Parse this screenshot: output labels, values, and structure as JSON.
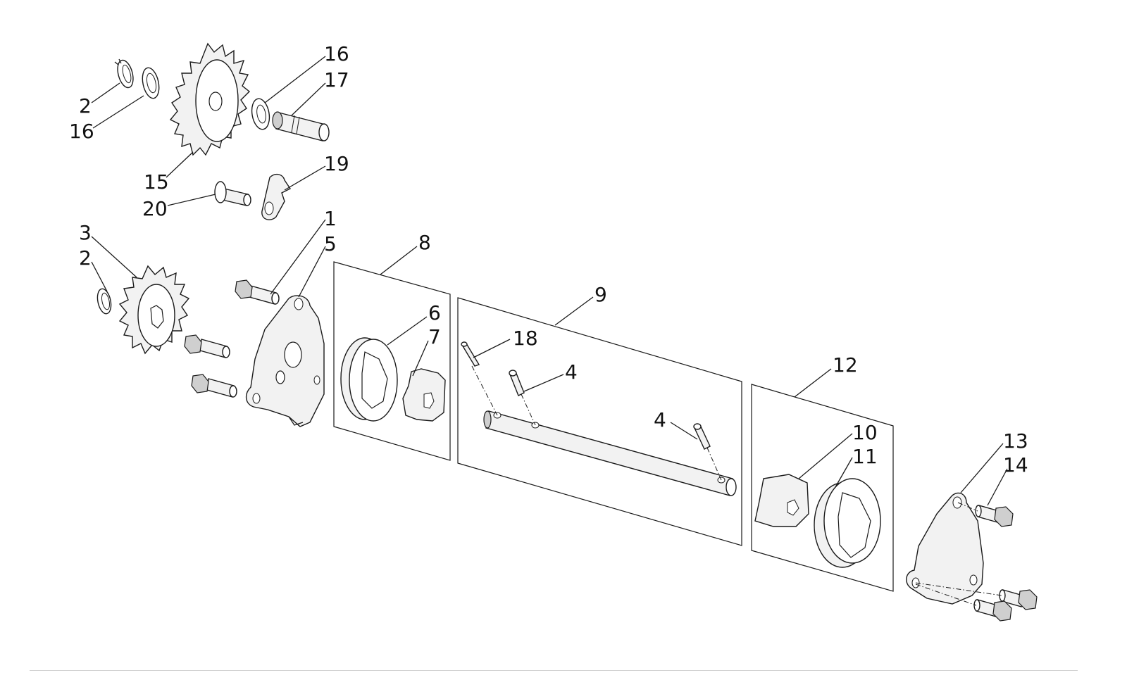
{
  "diagram": {
    "callouts": [
      {
        "id": "c2a",
        "label": "2"
      },
      {
        "id": "c16a",
        "label": "16"
      },
      {
        "id": "c16b",
        "label": "16"
      },
      {
        "id": "c17",
        "label": "17"
      },
      {
        "id": "c15",
        "label": "15"
      },
      {
        "id": "c19",
        "label": "19"
      },
      {
        "id": "c20",
        "label": "20"
      },
      {
        "id": "c1",
        "label": "1"
      },
      {
        "id": "c5",
        "label": "5"
      },
      {
        "id": "c3",
        "label": "3"
      },
      {
        "id": "c2b",
        "label": "2"
      },
      {
        "id": "c8",
        "label": "8"
      },
      {
        "id": "c6",
        "label": "6"
      },
      {
        "id": "c7",
        "label": "7"
      },
      {
        "id": "c9",
        "label": "9"
      },
      {
        "id": "c18",
        "label": "18"
      },
      {
        "id": "c4a",
        "label": "4"
      },
      {
        "id": "c4b",
        "label": "4"
      },
      {
        "id": "c12",
        "label": "12"
      },
      {
        "id": "c10",
        "label": "10"
      },
      {
        "id": "c11",
        "label": "11"
      },
      {
        "id": "c13",
        "label": "13"
      },
      {
        "id": "c14",
        "label": "14"
      }
    ]
  }
}
